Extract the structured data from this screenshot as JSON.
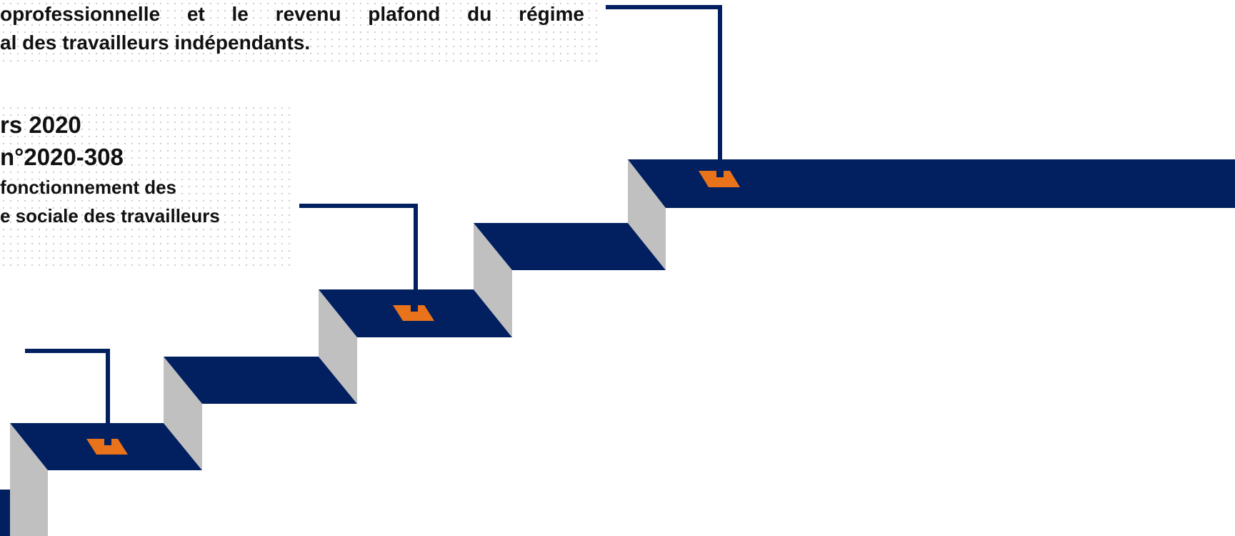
{
  "colors": {
    "navy": "#02205f",
    "step_side": "#c0c0c0",
    "marker": "#e8731a",
    "text": "#111111",
    "dots": "#c9c9c9"
  },
  "top_block": {
    "line1": "oprofessionnelle et le revenu plafond du régime",
    "line2": "al des travailleurs indépendants."
  },
  "middle_block": {
    "date": "rs 2020",
    "reference": "n°2020-308",
    "desc_line1": "fonctionnement des",
    "desc_line2": "e sociale des travailleurs"
  },
  "timeline": {
    "step_count": 5,
    "marker_count": 3,
    "marker_icon": "orange-step-marker-icon"
  }
}
